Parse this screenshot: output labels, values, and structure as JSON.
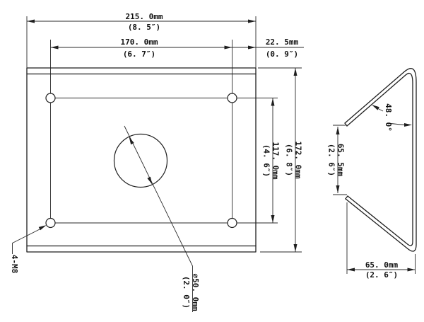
{
  "front": {
    "width": {
      "mm": "215. 0mm",
      "in": "(8. 5″)"
    },
    "hole_span_x": {
      "mm": "170. 0mm",
      "in": "(6. 7″)"
    },
    "edge_offset": {
      "mm": "22. 5mm",
      "in": "(0. 9″)"
    },
    "height": {
      "mm": "172. 0mm",
      "in": "(6. 8″)"
    },
    "hole_span_y": {
      "mm": "117. 0mm",
      "in": "(4. 6″)"
    },
    "center_hole": {
      "mm": "∅50. 0mm",
      "in": "(2. 0″)"
    },
    "thread_callout": "4-M8"
  },
  "side": {
    "bend_angle": "48. 0°",
    "flange_gap": {
      "mm": "65. 5mm",
      "in": "(2. 6″)"
    },
    "depth": {
      "mm": "65. 0mm",
      "in": "(2. 6″)"
    }
  }
}
